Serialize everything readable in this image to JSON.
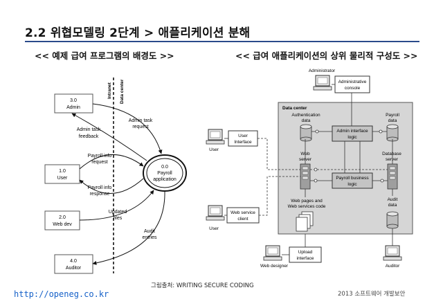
{
  "title": "2.2 위협모델링 2단계 > 애플리케이션 분해",
  "left_subtitle": "<< 예제 급여 프로그램의 배경도 >>",
  "right_subtitle": "<< 급여 애플리케이션의 상위 물리적 구성도 >>",
  "caption": "그림출처: WRITING SECURE CODING",
  "footer_url": "http://openeg.co.kr",
  "footer_right": "2013 소프트웨어 개발보안",
  "left": {
    "intranet": "Intranet",
    "datacenter": "Data center",
    "admin": [
      "3.0",
      "Admin"
    ],
    "user": [
      "1.0",
      "User"
    ],
    "webdev": [
      "2.0",
      "Web dev"
    ],
    "auditor": [
      "4.0",
      "Auditor"
    ],
    "payroll": [
      "0.0",
      "Payroll",
      "application"
    ],
    "admin_task_feedback": [
      "Admin task",
      "feedback"
    ],
    "admin_task_request": [
      "Admin task",
      "request"
    ],
    "payroll_info_request": [
      "Payroll info",
      "request"
    ],
    "payroll_info_response": [
      "Payroll info",
      "response"
    ],
    "updated_files": [
      "Updated",
      "files"
    ],
    "audit_entries": [
      "Audit",
      "entries"
    ]
  },
  "right": {
    "administrator": "Administrator",
    "admin_console": [
      "Administrative",
      "console"
    ],
    "data_center": "Data center",
    "auth_data": [
      "Authentication",
      "data"
    ],
    "payroll_data": [
      "Payroll",
      "data"
    ],
    "admin_interface_logic": [
      "Admin interface",
      "logic"
    ],
    "web_server": [
      "Web",
      "server"
    ],
    "database_server": [
      "Database",
      "server"
    ],
    "payroll_business_logic": [
      "Payroll business",
      "logic"
    ],
    "web_pages": [
      "Web pages and",
      "Web services code"
    ],
    "audit_data": [
      "Audit",
      "data"
    ],
    "user1": "User",
    "user_interface": [
      "User",
      "Interface"
    ],
    "user2": "User",
    "web_service_client": [
      "Web service",
      "client"
    ],
    "upload_interface": [
      "Upload",
      "interface"
    ],
    "web_designer": "Web designer",
    "auditor": "Auditor"
  }
}
